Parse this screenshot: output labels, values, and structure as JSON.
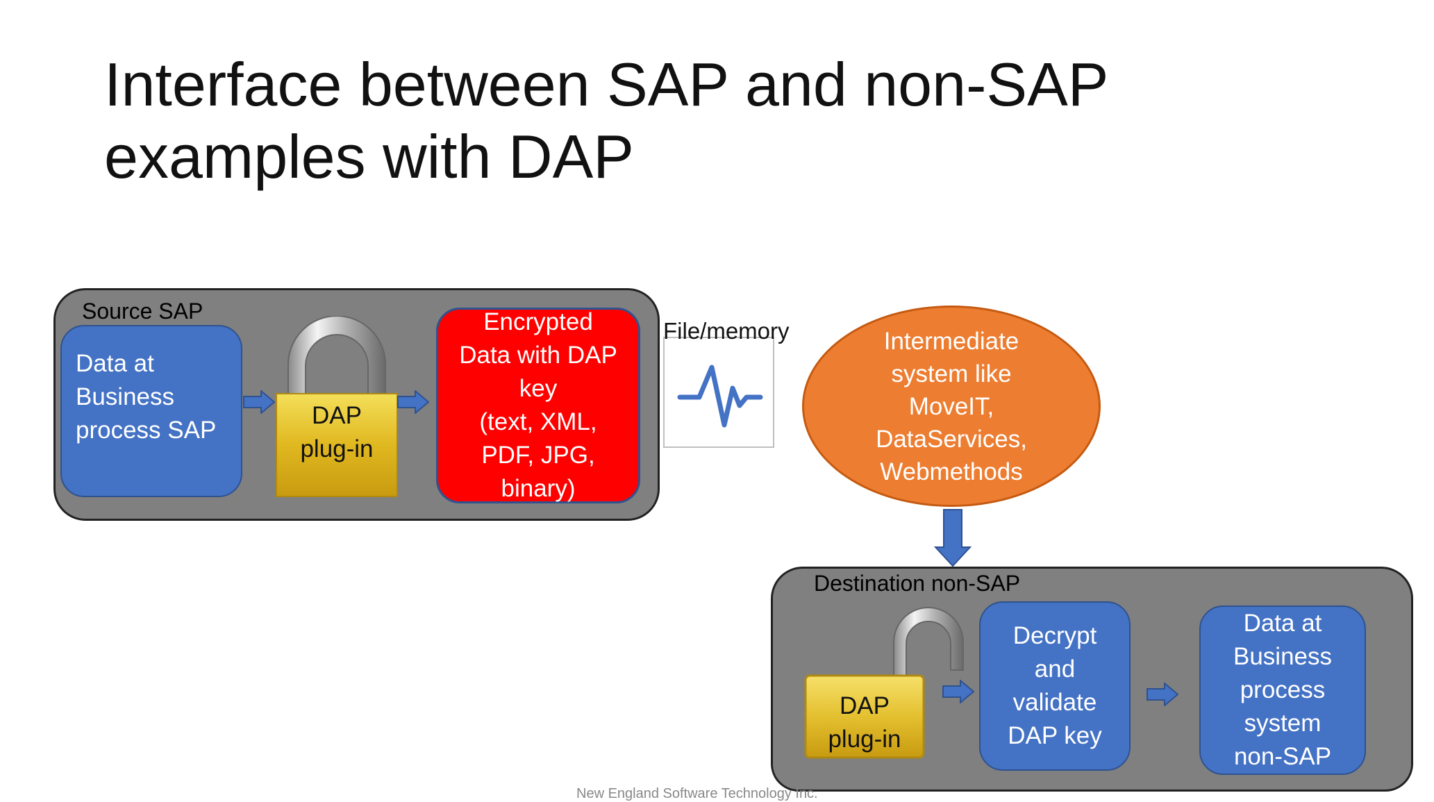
{
  "title": "Interface between SAP and non-SAP examples with DAP",
  "source": {
    "label": "Source SAP",
    "data_box": "Data at Business process SAP",
    "plugin": [
      "DAP",
      "plug-in"
    ],
    "encrypted": [
      "Encrypted",
      "Data with DAP",
      "key",
      "(text, XML,",
      "PDF, JPG,",
      "binary)"
    ]
  },
  "transfer": {
    "label": "File/memory",
    "icon": "waveform-icon"
  },
  "intermediate": [
    "Intermediate",
    "system like",
    "MoveIT,",
    "DataServices,",
    "Webmethods"
  ],
  "destination": {
    "label": "Destination non-SAP",
    "plugin": [
      "DAP",
      "plug-in"
    ],
    "decrypt": [
      "Decrypt",
      "and",
      "validate",
      "DAP key"
    ],
    "data_box": [
      "Data at",
      "Business",
      "process",
      "system",
      "non-SAP"
    ]
  },
  "footer": "New England Software Technology Inc.",
  "colors": {
    "blue": "#4472c4",
    "red": "#ff0000",
    "orange": "#ed7d31",
    "gray": "#808080",
    "gold": "#e8c020"
  }
}
